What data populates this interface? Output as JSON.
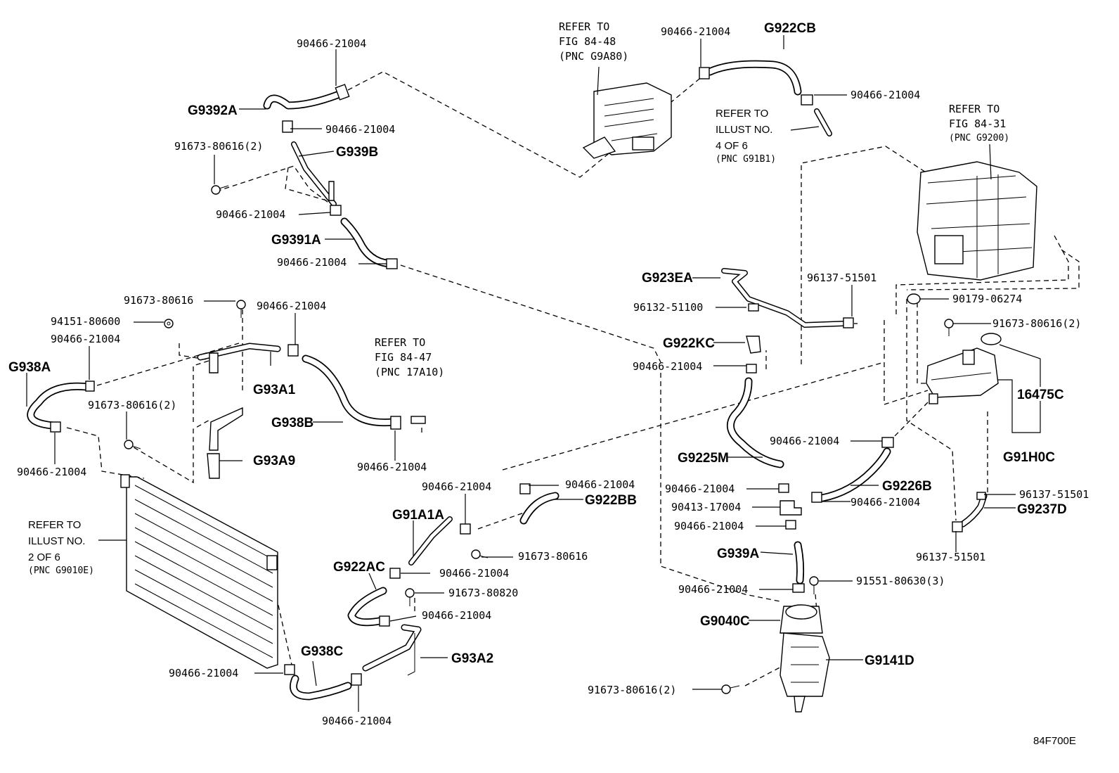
{
  "diagram_id": "84F700E",
  "labels": {
    "l01": "90466-21004",
    "l02": "G9392A",
    "l03": "90466-21004",
    "l04": "91673-80616(2)",
    "l05": "G939B",
    "l06": "90466-21004",
    "l07": "G9391A",
    "l08": "90466-21004",
    "l09": "91673-80616",
    "l10": "94151-80600",
    "l11": "90466-21004",
    "l12": "G938A",
    "l13": "90466-21004",
    "l14": "G93A1",
    "l15": "91673-80616(2)",
    "l16": "G93A9",
    "l17": "90466-21004",
    "l18": "G938B",
    "l19": "90466-21004",
    "l20": "90466-21004",
    "l21": "90466-21004",
    "l22": "G922BB",
    "l23": "G91A1A",
    "l24": "91673-80616",
    "l25": "G922AC",
    "l26": "90466-21004",
    "l27": "91673-80820",
    "l28": "90466-21004",
    "l29": "G93A2",
    "l30": "G938C",
    "l31": "90466-21004",
    "l32": "90466-21004",
    "l33": "90466-21004",
    "l34": "G922CB",
    "l35": "90466-21004",
    "l36": "G923EA",
    "l37": "96132-51100",
    "l38": "96137-51501",
    "l39": "G922KC",
    "l40": "90466-21004",
    "l41": "G9225M",
    "l42": "90466-21004",
    "l43": "90413-17004",
    "l44": "90466-21004",
    "l45": "G939A",
    "l46": "90466-21004",
    "l47": "G9040C",
    "l48": "91551-80630(3)",
    "l49": "G9141D",
    "l50": "91673-80616(2)",
    "l51": "90466-21004",
    "l52": "G9226B",
    "l53": "90466-21004",
    "l54": "90179-06274",
    "l55": "91673-80616(2)",
    "l56": "16475C",
    "l57": "G91H0C",
    "l58": "96137-51501",
    "l59": "G9237D",
    "l60": "96137-51501"
  },
  "refs": {
    "r1": [
      "REFER TO",
      "FIG 84-48",
      "(PNC G9A80)"
    ],
    "r2": [
      "REFER TO",
      "ILLUST NO.",
      "4 OF 6",
      "(PNC G91B1)"
    ],
    "r3": [
      "REFER TO",
      "FIG 84-31",
      "(PNC G9200)"
    ],
    "r4": [
      "REFER TO",
      "FIG 84-47",
      "(PNC 17A10)"
    ],
    "r5": [
      "REFER TO",
      "ILLUST NO.",
      "2 OF 6",
      "(PNC G9010E)"
    ]
  }
}
